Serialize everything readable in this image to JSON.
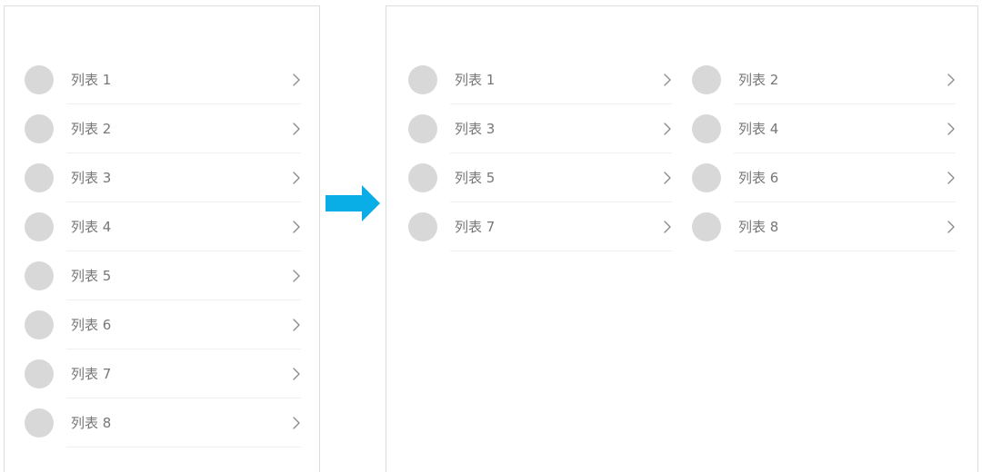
{
  "left_list": {
    "items": [
      {
        "label": "列表 1"
      },
      {
        "label": "列表 2"
      },
      {
        "label": "列表 3"
      },
      {
        "label": "列表 4"
      },
      {
        "label": "列表 5"
      },
      {
        "label": "列表 6"
      },
      {
        "label": "列表 7"
      },
      {
        "label": "列表 8"
      }
    ]
  },
  "right_grid": {
    "items": [
      {
        "label": "列表 1"
      },
      {
        "label": "列表 2"
      },
      {
        "label": "列表 3"
      },
      {
        "label": "列表 4"
      },
      {
        "label": "列表 5"
      },
      {
        "label": "列表 6"
      },
      {
        "label": "列表 7"
      },
      {
        "label": "列表 8"
      }
    ]
  },
  "icons": {
    "row_chevron": "chevron-right-icon",
    "transition_arrow": "arrow-right-icon",
    "row_avatar": "avatar-placeholder"
  },
  "colors": {
    "arrow": "#0aaee6",
    "avatar": "#d8d8d8",
    "label_text": "#777777",
    "chevron": "#8c8c8c",
    "divider": "#f0f0f0",
    "panel_border": "#dcdcdc"
  }
}
